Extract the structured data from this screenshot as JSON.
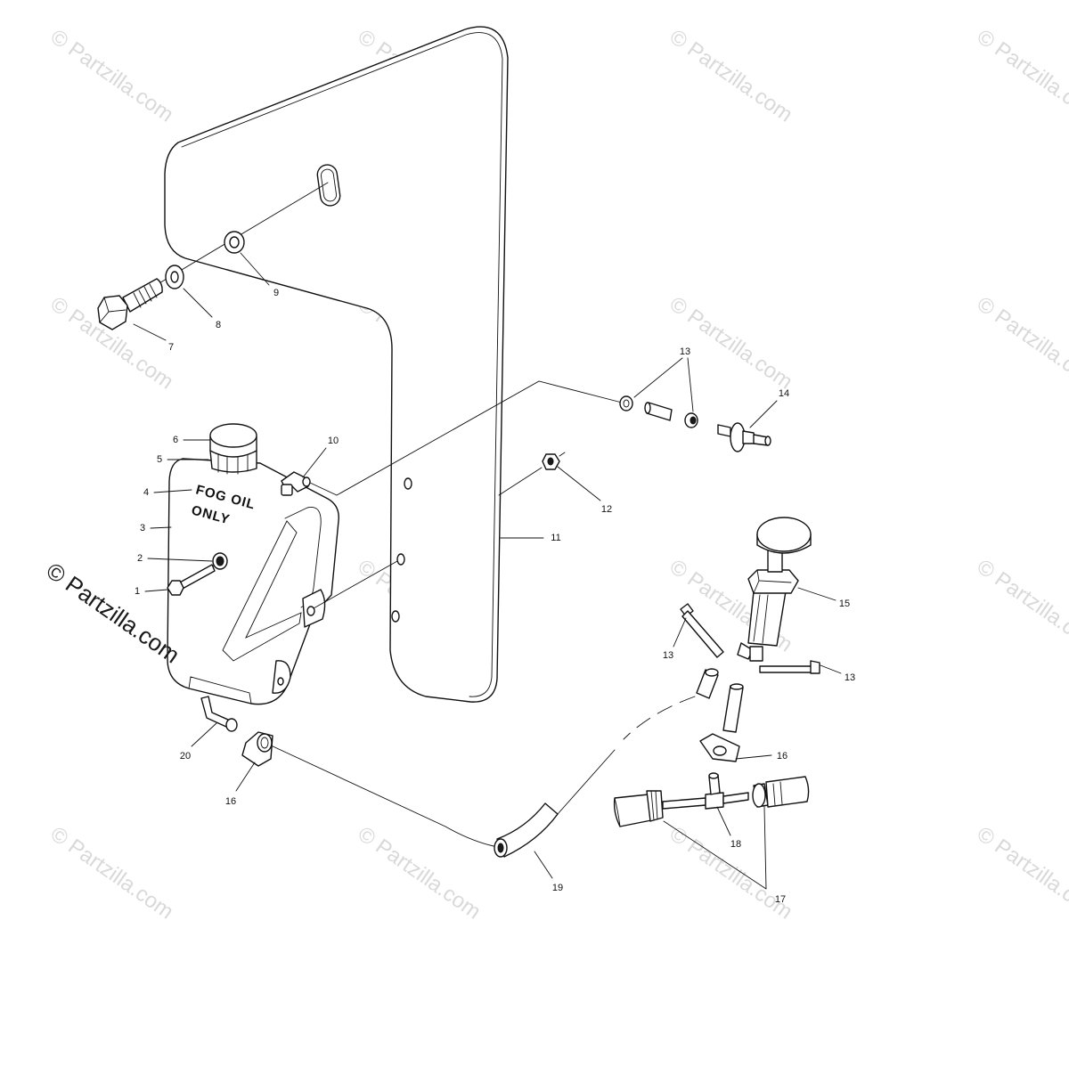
{
  "watermark": "© Partzilla.com",
  "tank_label": {
    "line1": "FOG OIL",
    "line2": "ONLY"
  },
  "callouts": [
    "13",
    "14",
    "10",
    "6",
    "5",
    "4",
    "3",
    "2",
    "1",
    "12",
    "11",
    "15",
    "13",
    "13",
    "16",
    "20",
    "16",
    "18",
    "19",
    "17",
    "7",
    "8",
    "9"
  ]
}
